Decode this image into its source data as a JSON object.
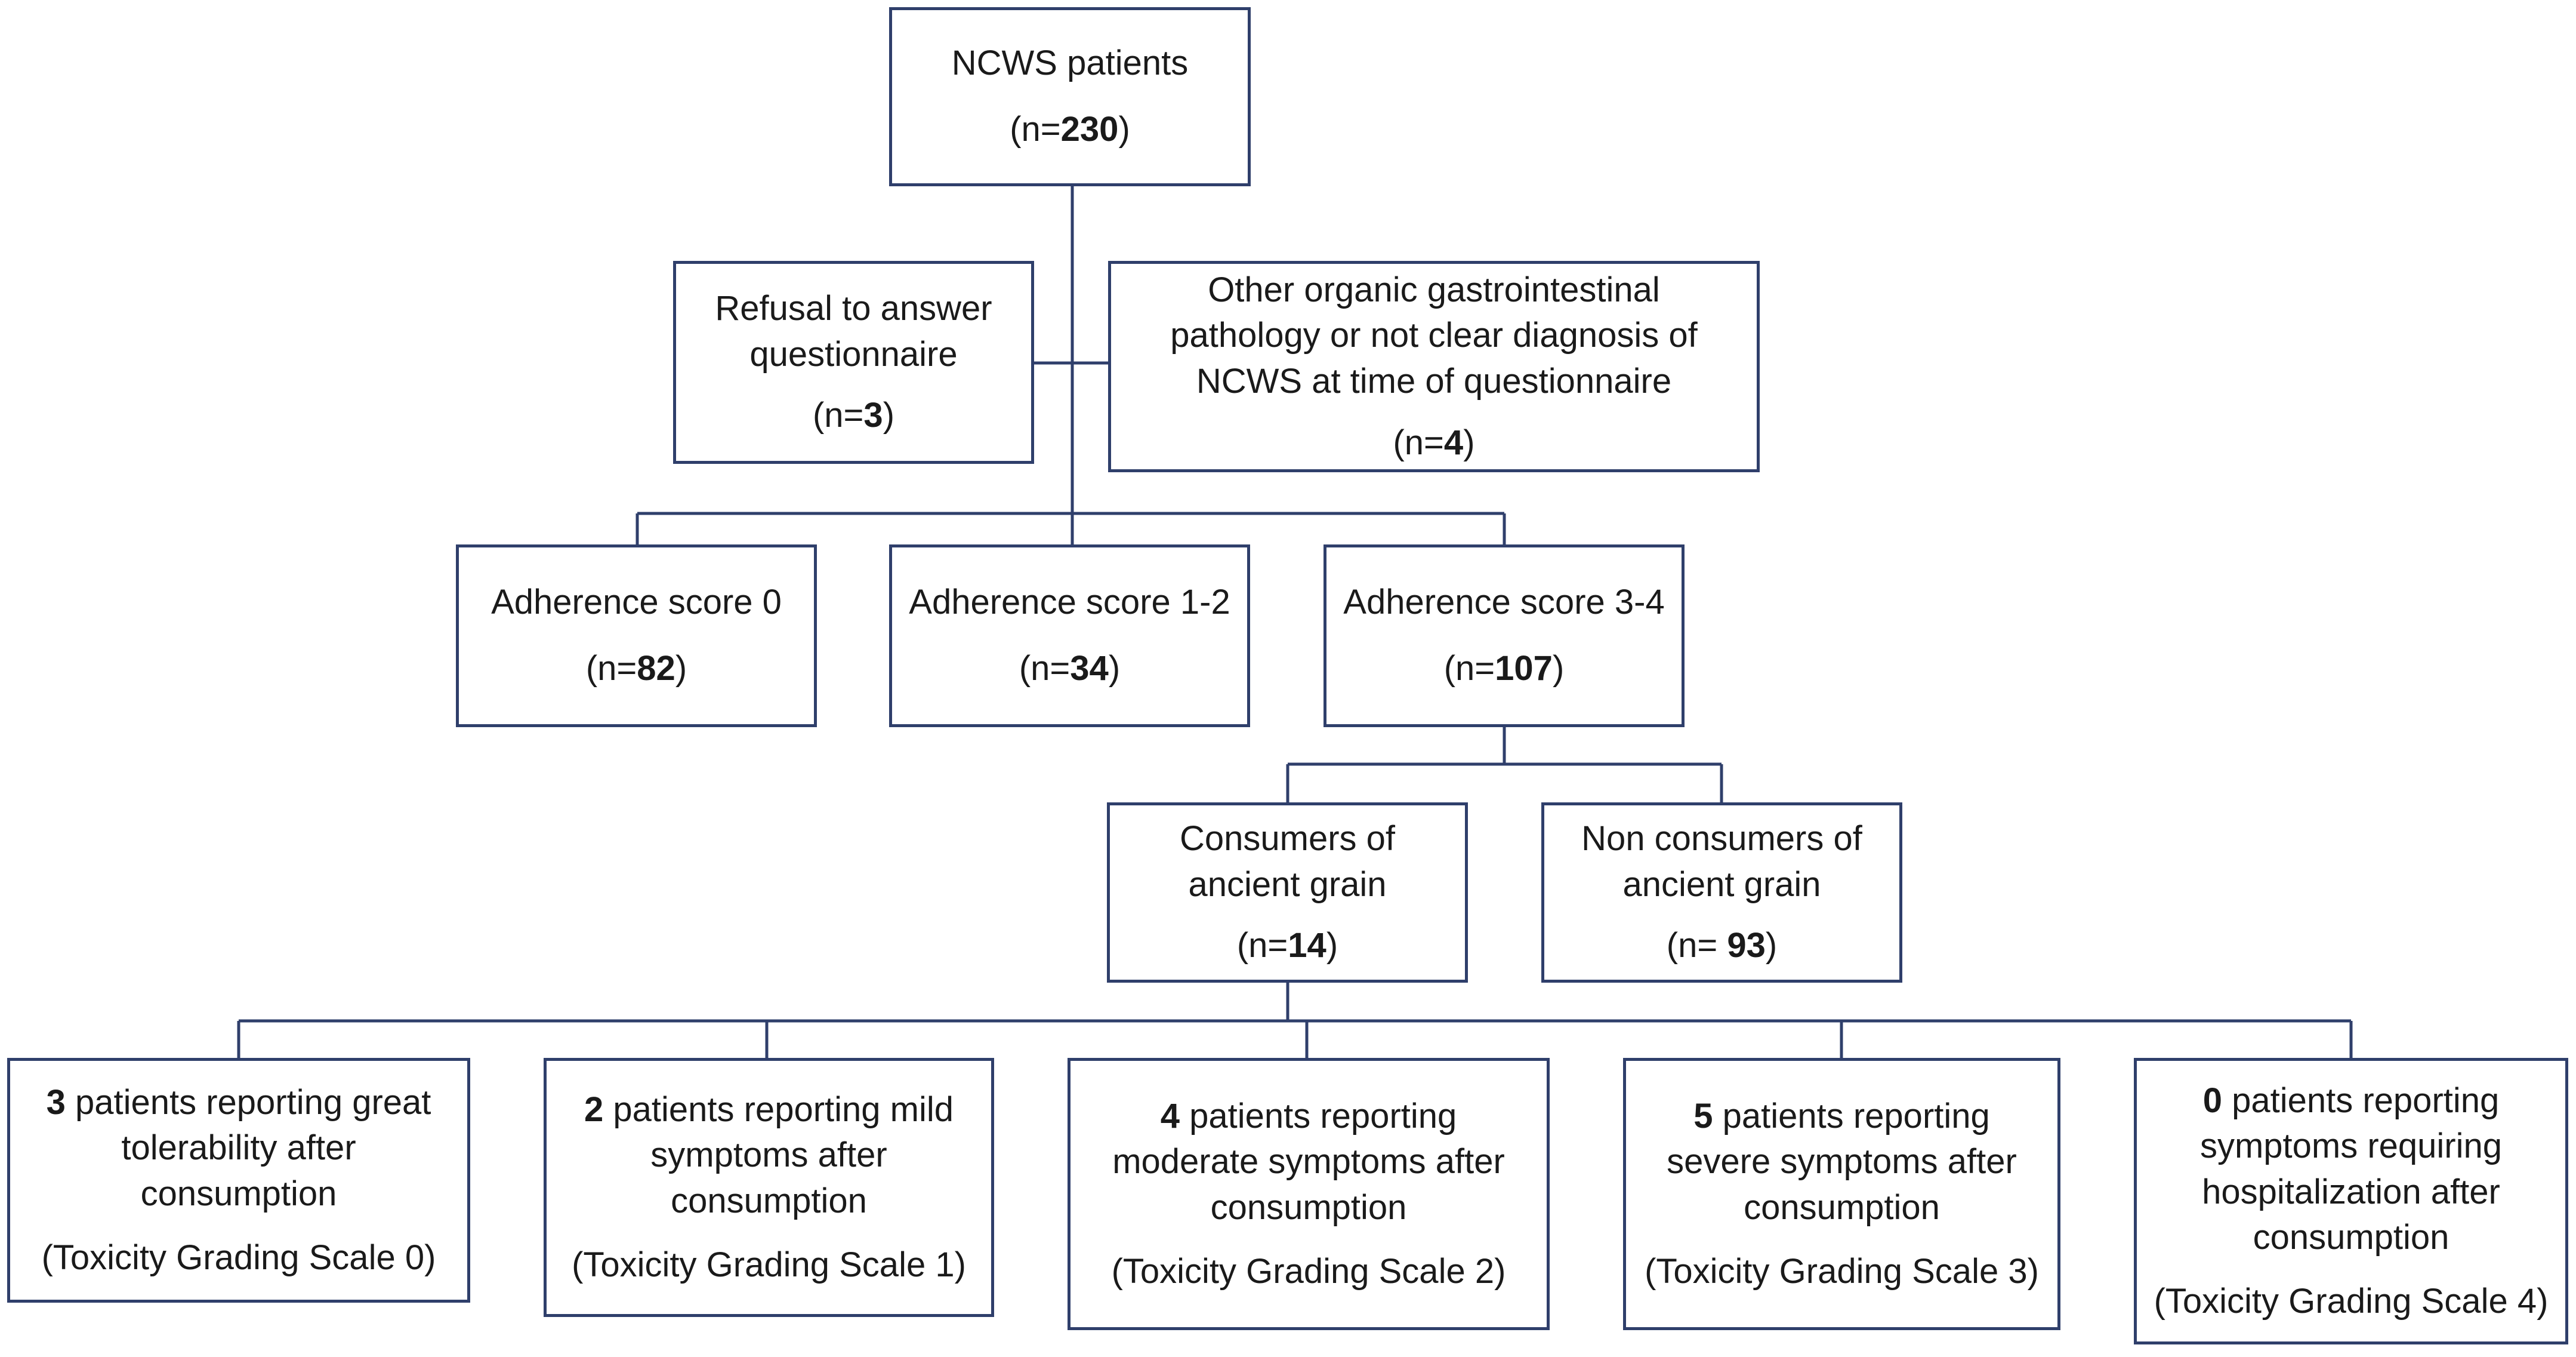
{
  "nodes": {
    "total": {
      "lines": [
        "NCWS patients"
      ],
      "count_prefix": "(n=",
      "count": "230",
      "count_suffix": ")"
    },
    "refusal": {
      "lines": [
        "Refusal to answer",
        "questionnaire"
      ],
      "count_prefix": "(n=",
      "count": "3",
      "count_suffix": ")"
    },
    "other": {
      "lines": [
        "Other organic gastrointestinal",
        "pathology or not clear diagnosis of",
        "NCWS at time of questionnaire"
      ],
      "count_prefix": "(n=",
      "count": "4",
      "count_suffix": ")"
    },
    "adh0": {
      "lines": [
        "Adherence score 0"
      ],
      "count_prefix": "(n=",
      "count": "82",
      "count_suffix": ")"
    },
    "adh12": {
      "lines": [
        "Adherence score 1-2"
      ],
      "count_prefix": "(n=",
      "count": "34",
      "count_suffix": ")"
    },
    "adh34": {
      "lines": [
        "Adherence score 3-4"
      ],
      "count_prefix": "(n=",
      "count": "107",
      "count_suffix": ")"
    },
    "consumers": {
      "lines": [
        "Consumers of",
        "ancient grain"
      ],
      "count_prefix": "(n=",
      "count": "14",
      "count_suffix": ")"
    },
    "nonconsumers": {
      "lines": [
        "Non consumers of",
        "ancient grain"
      ],
      "count_prefix": "(n= ",
      "count": "93",
      "count_suffix": ")"
    },
    "tox0": {
      "num": "3",
      "first": " patients reporting great",
      "lines": [
        "tolerability after",
        "consumption"
      ],
      "scale": "(Toxicity Grading Scale 0)"
    },
    "tox1": {
      "num": "2",
      "first": " patients reporting mild",
      "lines": [
        "symptoms after",
        "consumption"
      ],
      "scale": "(Toxicity Grading Scale  1)"
    },
    "tox2": {
      "num": "4",
      "first": " patients reporting",
      "lines": [
        "moderate symptoms after",
        "consumption"
      ],
      "scale": "(Toxicity Grading Scale 2)"
    },
    "tox3": {
      "num": "5",
      "first": " patients reporting",
      "lines": [
        "severe symptoms after",
        "consumption"
      ],
      "scale": "(Toxicity Grading Scale 3)"
    },
    "tox4": {
      "num": "0",
      "first": " patients reporting",
      "lines": [
        "symptoms requiring",
        "hospitalization after",
        "consumption"
      ],
      "scale": "(Toxicity Grading Scale 4)"
    }
  },
  "colors": {
    "border": "#2f3f6b",
    "text": "#1a1a1a"
  }
}
